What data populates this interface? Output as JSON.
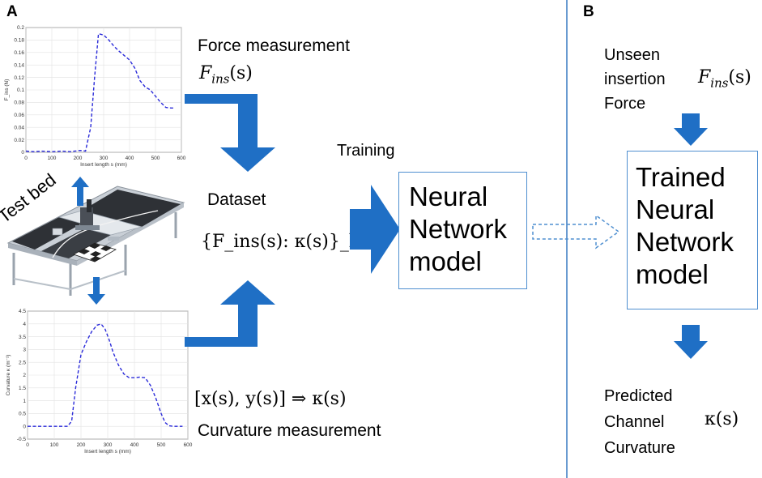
{
  "panels": {
    "a": "A",
    "b": "B"
  },
  "left": {
    "force_measurement_label": "Force measurement",
    "force_symbol_main": "F",
    "force_symbol_sub": "ins",
    "force_symbol_arg": "(s)",
    "test_bed_label": "Test bed",
    "dataset_label": "Dataset",
    "dataset_formula": "{F_ins(s): κ(s)}_k",
    "training_label": "Training",
    "curvature_formula": "[x(s), y(s)] ⇒ κ(s)",
    "curvature_measurement_label": "Curvature measurement",
    "model_box_lines": [
      "Neural",
      "Network",
      "model"
    ]
  },
  "right": {
    "unseen_lines": [
      "Unseen",
      "insertion",
      "Force"
    ],
    "force_symbol_main": "F",
    "force_symbol_sub": "ins",
    "force_symbol_arg": "(s)",
    "trained_box_lines": [
      "Trained",
      "Neural",
      "Network",
      "model"
    ],
    "predicted_lines": [
      "Predicted",
      "Channel",
      "Curvature"
    ],
    "kappa_symbol": "κ(s)"
  },
  "colors": {
    "arrow": "#1f6fc5",
    "box_border": "#4f8fd0",
    "curve": "#2b2bd9",
    "divider": "#6a9bd1"
  },
  "chart_data": [
    {
      "type": "line",
      "title": "",
      "xlabel": "Insert length s (mm)",
      "ylabel": "F_ins (N)",
      "xlim": [
        0,
        600
      ],
      "ylim": [
        0,
        0.2
      ],
      "xticks": [
        0,
        100,
        200,
        300,
        400,
        500,
        600
      ],
      "yticks": [
        0,
        0.02,
        0.04,
        0.06,
        0.08,
        0.1,
        0.12,
        0.14,
        0.16,
        0.18,
        0.2
      ],
      "ytick_labels": [
        "0",
        "0.02",
        "0.04",
        "0.06",
        "0.08",
        "0.1",
        "0.12",
        "0.14",
        "0.16",
        "0.18",
        "0.2"
      ],
      "grid": true,
      "series": [
        {
          "x": [
            0,
            30,
            60,
            100,
            140,
            170,
            210,
            230,
            250,
            265,
            280,
            300,
            320,
            340,
            360,
            380,
            400,
            420,
            440,
            460,
            480,
            500,
            520,
            540,
            560,
            575
          ],
          "y": [
            0.002,
            0.001,
            0.002,
            0.001,
            0.002,
            0.001,
            0.003,
            0.002,
            0.04,
            0.12,
            0.19,
            0.188,
            0.18,
            0.17,
            0.162,
            0.155,
            0.148,
            0.135,
            0.115,
            0.105,
            0.1,
            0.09,
            0.08,
            0.072,
            0.071,
            0.071
          ]
        }
      ]
    },
    {
      "type": "line",
      "title": "",
      "xlabel": "Insert length s (mm)",
      "ylabel": "Curvature κ (m⁻¹)",
      "xlim": [
        0,
        600
      ],
      "ylim": [
        -0.5,
        4.5
      ],
      "xticks": [
        0,
        100,
        200,
        300,
        400,
        500,
        600
      ],
      "yticks": [
        -0.5,
        0,
        0.5,
        1,
        1.5,
        2,
        2.5,
        3,
        3.5,
        4,
        4.5
      ],
      "ytick_labels": [
        "-0.5",
        "0",
        "0.5",
        "1",
        "1.5",
        "2",
        "2.5",
        "3",
        "3.5",
        "4",
        "4.5"
      ],
      "grid": true,
      "series": [
        {
          "x": [
            0,
            80,
            150,
            165,
            180,
            200,
            220,
            240,
            260,
            275,
            290,
            305,
            320,
            340,
            360,
            380,
            400,
            420,
            440,
            460,
            480,
            500,
            515,
            530,
            545,
            560,
            580
          ],
          "y": [
            0,
            0,
            0,
            0.2,
            1.5,
            2.8,
            3.3,
            3.7,
            3.95,
            4.0,
            3.8,
            3.4,
            2.9,
            2.4,
            2.05,
            1.9,
            1.9,
            1.92,
            1.9,
            1.6,
            1.1,
            0.5,
            0.15,
            0.02,
            0,
            0,
            0
          ]
        }
      ]
    }
  ]
}
